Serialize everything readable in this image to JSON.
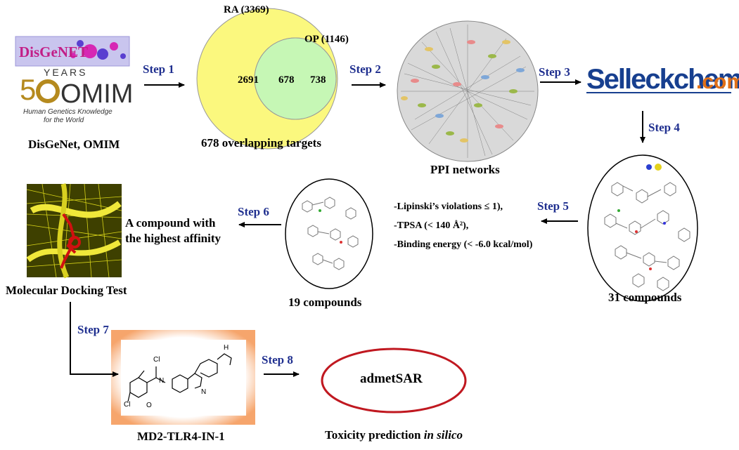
{
  "sources": {
    "disgenet_logo": "DisGeNET",
    "omim_logo": {
      "years": "YEARS",
      "num": "5",
      "omim": "OMIM",
      "tagline1": "Human Genetics Knowledge",
      "tagline2": "for the World"
    },
    "caption": "DisGeNet, OMIM"
  },
  "venn": {
    "set_a_label": "RA (3369)",
    "set_b_label": "OP (1146)",
    "only_a": "2691",
    "overlap": "678",
    "only_b": "738",
    "caption": "678 overlapping targets",
    "colors": {
      "a": "#fbf87e",
      "b": "#ec1a6a",
      "overlap": "#c6f7b5"
    }
  },
  "ppi": {
    "caption": "PPI networks"
  },
  "selleck": {
    "logo_main": "Selleckchem",
    "logo_suffix": ".com"
  },
  "compounds31": {
    "caption": "31 compounds"
  },
  "criteria": [
    "-Lipinski’s violations ≤ 1),",
    "-TPSA (< 140 Å²),",
    "-Binding energy (< -6.0 kcal/mol)"
  ],
  "compounds19": {
    "caption": "19 compounds"
  },
  "affinity": {
    "line1": "A compound with",
    "line2": "the highest affinity"
  },
  "docking": {
    "caption": "Molecular Docking Test"
  },
  "molecule": {
    "caption": "MD2-TLR4-IN-1",
    "atoms": {
      "cl": "Cl",
      "h": "H",
      "n": "N",
      "o": "O"
    }
  },
  "admet": {
    "label": "admetSAR"
  },
  "toxicity": {
    "caption_prefix": "Toxicity prediction ",
    "caption_italic": "in silico"
  },
  "steps": [
    "Step 1",
    "Step 2",
    "Step 3",
    "Step 4",
    "Step 5",
    "Step 6",
    "Step 7",
    "Step 8"
  ]
}
